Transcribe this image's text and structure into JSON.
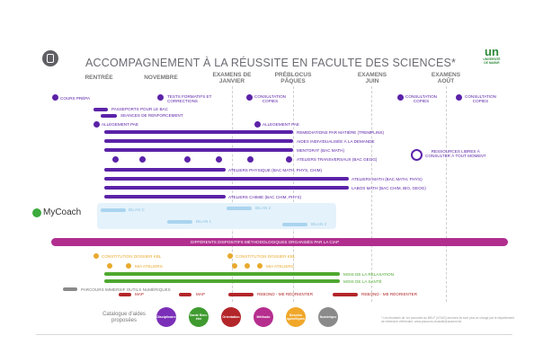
{
  "title": "ACCOMPAGNEMENT À LA RÉUSSITE EN FACULTE DES SCIENCES*",
  "logo": {
    "mark": "un",
    "line1": "UNIVERSITÉ",
    "line2": "DE NAMUR",
    "color": "#2f8a3a"
  },
  "periods": {
    "rentree": "RENTRÉE",
    "novembre": "NOVEMBRE",
    "janvier_l1": "EXAMENS DE",
    "janvier_l2": "JANVIER",
    "preblocus_l1": "PRÉBLOCUS",
    "preblocus_l2": "PÂQUES",
    "juin_l1": "EXAMENS",
    "juin_l2": "JUIN",
    "aout_l1": "EXAMENS",
    "aout_l2": "AOÛT"
  },
  "labels": {
    "cours_prepa": "COURS PRÉPA",
    "tests_l1": "TESTS FORMATIFS ET",
    "tests_l2": "CORRECTIONS",
    "consult1_l1": "CONSULTATION",
    "consult1_l2": "COPIES",
    "consult2_l1": "CONSULTATION",
    "consult2_l2": "COPIES",
    "consult3_l1": "CONSULTATION",
    "consult3_l2": "COPIES",
    "passeports": "PASSEPORTS POUR LE BAC",
    "seances": "SEANCES DE RENFORCEMENT",
    "allegement1": "ALLEGEMENT PAE",
    "allegement2": "ALLEGEMENT PAE",
    "remediations": "REMEDIATIONS PAR MATIÈRE (TREMPLINS)",
    "aides": "AIDES INDIVIDUALISÉE À LA DEMANDE",
    "mentorat": "MENTORAT (BAC MATH)",
    "ateliers_trans": "ATELIERS TRANSVERSAUX (BAC GEOG)",
    "ressources_l1": "RESSOURCES LIBRES À",
    "ressources_l2": "CONSULTER À TOUT MOMENT",
    "ateliers_phys": "ATELIERS PHYSIQUE (BAC MATH, PHYS, CHIM)",
    "ateliers_math": "ATELIERS MATH (BAC MATH, PHYS)",
    "labos_math": "LABOS MATH (BAC CHIM, BIO, GEOG)",
    "ateliers_chim": "ATELIERS CHIMIE (BAC CHIM, PHYS)",
    "mycoach": "MyCoach",
    "bilan_c": "BILAN C",
    "bilan_2a": "BILAN 2",
    "bilan_1": "BILAN 1",
    "bilan_2b": "BILAN 2",
    "dispositifs": "DIFFÉRENTS DISPOSITIFS MÉTHODOLOGIQUES ORGANISÉS PAR LA CIAP",
    "constitution1": "CONSTITUTION DOSSIER KBL",
    "constitution2": "CONSTITUTION DOSSIER KBL",
    "mia_ateliers1": "MIA ATELIERS",
    "mia_ateliers2": "MIA ATELIERS",
    "mois_relaxation": "MOIS DE LA RELAXATION",
    "mois_sante": "MOIS DE LA SANTÉ",
    "parcours": "PARCOURS IMMERSIF OUTILS NUMÉRIQUES",
    "map1": "MAP",
    "map2": "MAP",
    "rebond1": "REBOND - ME RÉORIENTER",
    "rebond2": "REBOND - ME RÉORIENTER",
    "catalogue_l1": "Catalogue d'aides",
    "catalogue_l2": "proposées",
    "footnote": "* Les étudiants de 1er accordés au BELF (VOUS) devrions ils sont plus se charge par le département de médecine vétérinaire. www.parcours-reussite@unamur.be"
  },
  "categories": [
    {
      "label": "Disciplinaire",
      "color": "#7b2fb8"
    },
    {
      "label": "Santé Bien-être",
      "color": "#3f9b2f"
    },
    {
      "label": "Orientation",
      "color": "#b3262a"
    },
    {
      "label": "Méthodo",
      "color": "#b62e8e"
    },
    {
      "label": "Besoins spécifiques",
      "color": "#f0a72a"
    },
    {
      "label": "Numérique",
      "color": "#8a8a8a"
    }
  ],
  "colors": {
    "purple": "#5b22a8",
    "lightblue": "#b9ddf2",
    "magenta": "#b12e8f",
    "yellow": "#e9a92d",
    "green": "#4ea82f",
    "red": "#b3262a",
    "gray": "#8a8a8a"
  }
}
